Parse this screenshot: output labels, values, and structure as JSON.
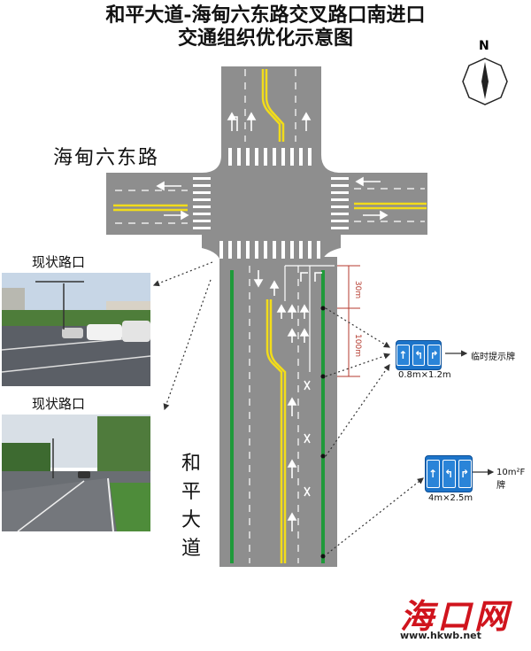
{
  "title": {
    "line1": "和平大道-海甸六东路交叉路口南进口",
    "line2": "交通组织优化示意图"
  },
  "compass": {
    "label": "N"
  },
  "roads": {
    "cross_road": "海甸六东路",
    "main_road": "和平大道"
  },
  "photos": [
    {
      "label": "现状路口"
    },
    {
      "label": "现状路口"
    }
  ],
  "dimensions": [
    {
      "value": "30m"
    },
    {
      "value": "100m"
    }
  ],
  "signs": [
    {
      "symbols": [
        "↑",
        "↰",
        "↱"
      ],
      "size": "0.8m×1.2m",
      "note": "临时提示牌"
    },
    {
      "symbols": [
        "↑",
        "↰",
        "↱"
      ],
      "size": "4m×2.5m",
      "note": "10m²F牌"
    }
  ],
  "watermark": {
    "logo": "海口网",
    "url": "www.hkwb.net"
  },
  "colors": {
    "road": "#8e8e8e",
    "yellow_line": "#f2dc1a",
    "green_lane": "#1f9a3a",
    "sign_blue": "#1d74c9",
    "dimension_red": "#b53a2e",
    "watermark_red": "#d0141d"
  }
}
